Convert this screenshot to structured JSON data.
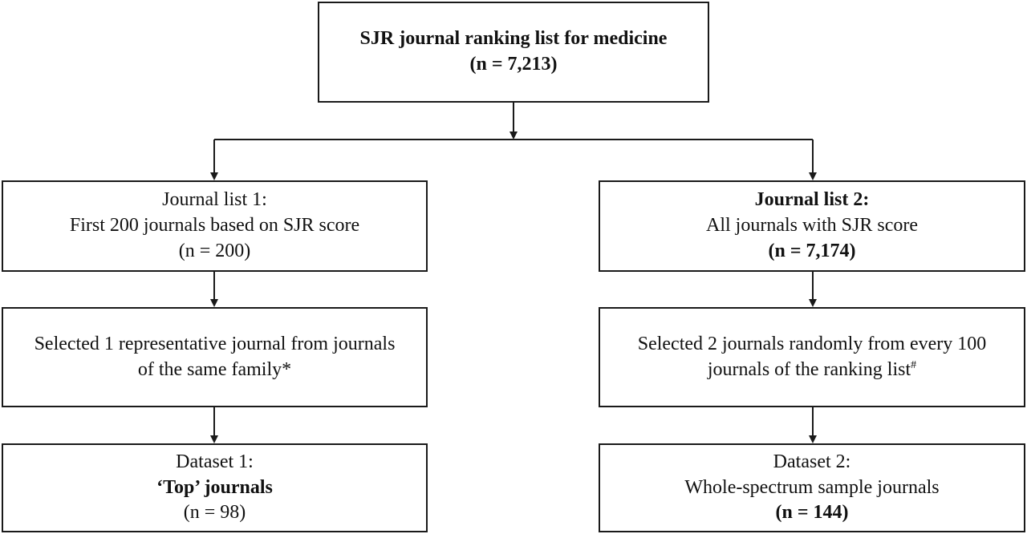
{
  "top": {
    "title": "SJR journal ranking list for medicine",
    "count": "(n = 7,213)"
  },
  "left": {
    "list": {
      "title": "Journal list 1:",
      "desc": "First 200 journals based on SJR score",
      "count": "(n = 200)"
    },
    "select": {
      "line1": "Selected 1 representative journal from journals",
      "line2": "of the same family*"
    },
    "dataset": {
      "title": "Dataset 1:",
      "name": "‘Top’ journals",
      "count": "(n = 98)"
    }
  },
  "right": {
    "list": {
      "title": "Journal list 2:",
      "desc": "All journals with SJR score",
      "count": "(n = 7,174)"
    },
    "select": {
      "line1": "Selected 2 journals randomly from every 100",
      "line2": "journals of the ranking list",
      "mark": "#"
    },
    "dataset": {
      "title": "Dataset 2:",
      "name": "Whole-spectrum sample journals",
      "count": "(n = 144)"
    }
  }
}
